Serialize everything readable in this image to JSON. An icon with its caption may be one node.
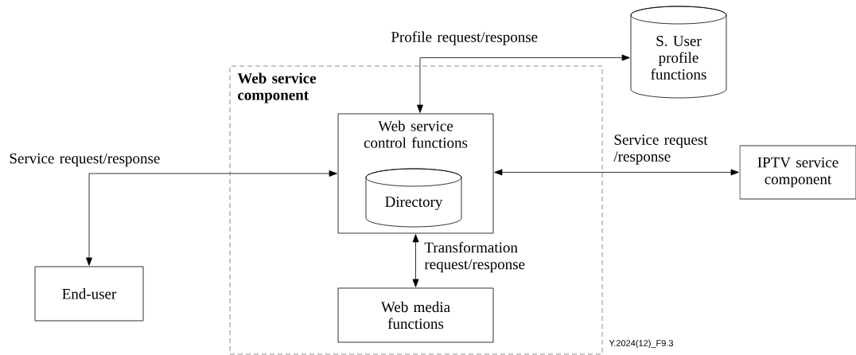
{
  "diagram": {
    "nodes": [
      {
        "text": [
          "Web service component"
        ]
      },
      {
        "text": [
          "S. User profile functions"
        ]
      },
      {
        "text": [
          "Web service control functions"
        ],
        "in": 0
      },
      {
        "text": [
          "Directory"
        ],
        "in": 2
      },
      {
        "text": [
          "Web media functions"
        ],
        "in": 0
      },
      {
        "text": [
          "End-user"
        ]
      },
      {
        "text": [
          "IPTV service component"
        ]
      }
    ],
    "edges": [
      {
        "from": 2,
        "to": 1,
        "arrow": "both",
        "label": "Profile request/response"
      },
      {
        "from": 2,
        "to": 5,
        "arrow": "both",
        "label": "Service request/response"
      },
      {
        "from": 2,
        "to": 6,
        "arrow": "both",
        "label": "Service request /response"
      },
      {
        "from": 2,
        "to": 4,
        "arrow": "both",
        "label": "Transformation request/response"
      }
    ],
    "labels": [
      "Y.2024(12)_F9.3"
    ]
  }
}
